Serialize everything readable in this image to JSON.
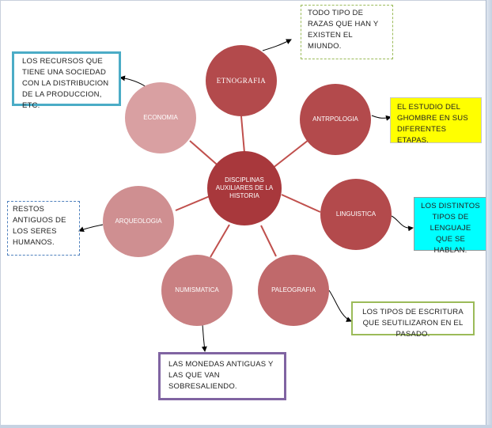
{
  "center": {
    "label": "DISCIPLINAS AUXILIARES DE LA HISTORIA"
  },
  "nodes": {
    "etnografia": "ETNOGRAFIA",
    "antropologia": "ANTRPOLOGIA",
    "linguistica": "LINGUISTICA",
    "paleografia": "PALEOGRAFIA",
    "numismatica": "NUMISMATICA",
    "arqueologia": "ARQUEOLOGIA",
    "economia": "ECONOMIA"
  },
  "notes": {
    "etnografia": "TODO TIPO DE RAZAS QUE HAN Y EXISTEN EL MIUNDO.",
    "antropologia": "EL ESTUDIO DEL GHOMBRE EN SUS DIFERENTES ETAPAS.",
    "linguistica": "LOS DISTINTOS TIPOS DE LENGUAJE QUE SE HABLAN.",
    "paleografia": "LOS TIPOS DE ESCRITURA QUE SEUTILIZARON EN EL PASADO.",
    "numismatica": "LAS MONEDAS ANTIGUAS Y LAS QUE VAN SOBRESALIENDO.",
    "arqueologia": "RESTOS ANTIGUOS DE LOS SERES HUMANOS.",
    "economia": "LOS RECURSOS QUE TIENE UNA SOCIEDAD CON LA DISTRIBUCION DE LA PRODUCCION, ETC."
  },
  "colors": {
    "center": "#a8383c",
    "dark": "#b34a4c",
    "medium": "#c0696b",
    "light": "#d9a0a2",
    "spoke": "#c0504d",
    "yellow_note": "#ffff00",
    "cyan_note": "#00ffff"
  }
}
